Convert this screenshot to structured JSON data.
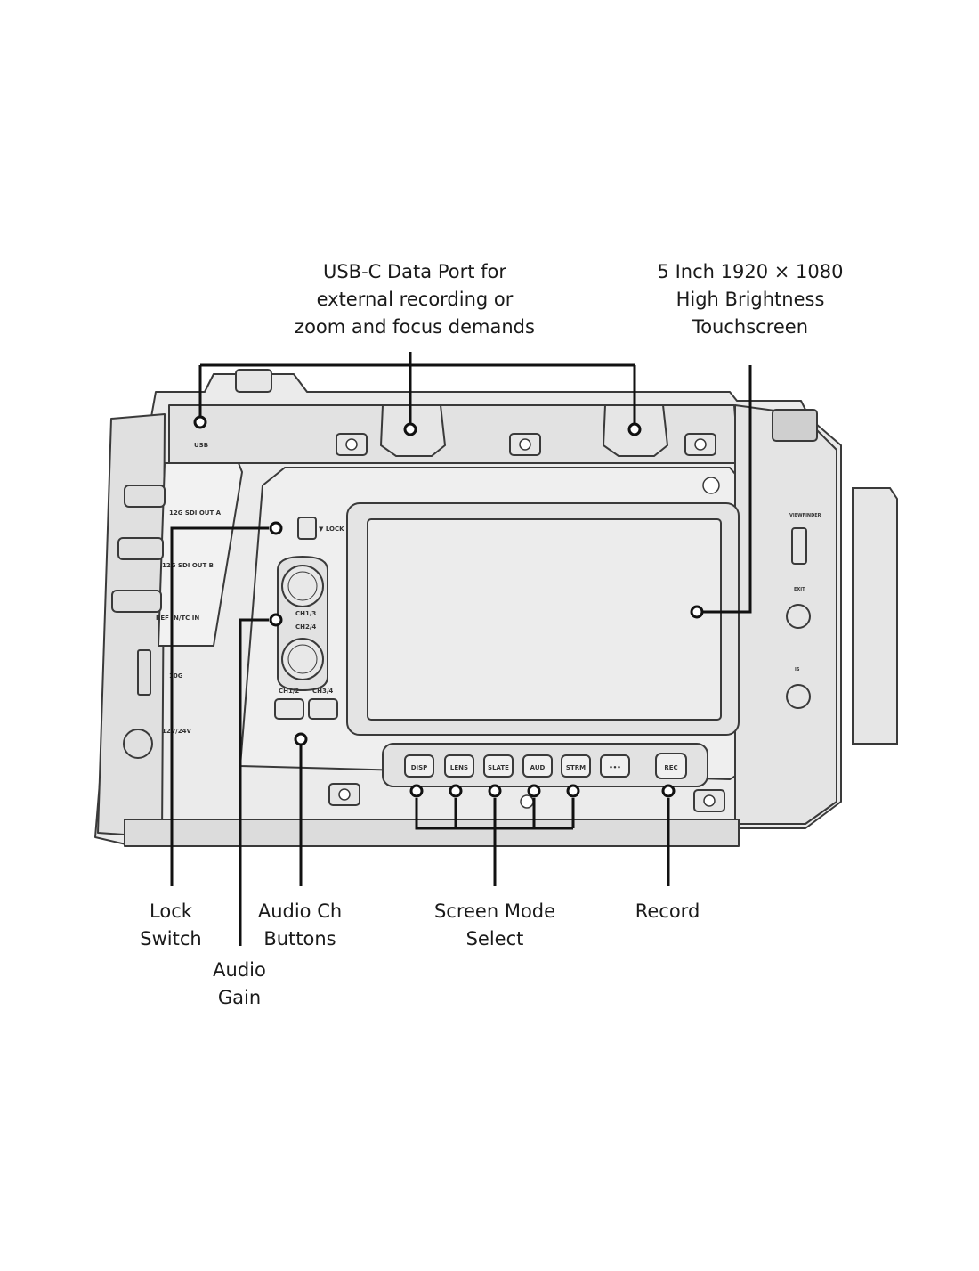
{
  "callouts": {
    "usb": [
      "USB-C Data Port for",
      "external recording or",
      "zoom and focus demands"
    ],
    "screen": [
      "5 Inch 1920 × 1080",
      "High Brightness",
      "Touchscreen"
    ],
    "lock": [
      "Lock",
      "Switch"
    ],
    "gain": [
      "Audio",
      "Gain"
    ],
    "audio_ch": [
      "Audio Ch",
      "Buttons"
    ],
    "mode": [
      "Screen Mode",
      "Select"
    ],
    "record": [
      "Record"
    ]
  },
  "camera": {
    "usb": "USB",
    "sdi_a": "12G SDI OUT A",
    "sdi_b": "12G SDI OUT B",
    "ref": "REF IN/TC IN",
    "tenG": "10G",
    "power": "12V/24V",
    "lock": "▼ LOCK",
    "ch13": "CH1/3",
    "ch24": "CH2/4",
    "ch12": "CH1/2",
    "ch34": "CH3/4",
    "buttons": [
      "DISP",
      "LENS",
      "SLATE",
      "AUD",
      "STRM",
      "•••"
    ],
    "rec": "REC",
    "viewfinder": "VIEWFINDER",
    "exit": "EXIT",
    "is": "IS"
  },
  "colors": {
    "body": "#ebebeb",
    "outline": "#3a3a3a",
    "leader": "#111111"
  }
}
